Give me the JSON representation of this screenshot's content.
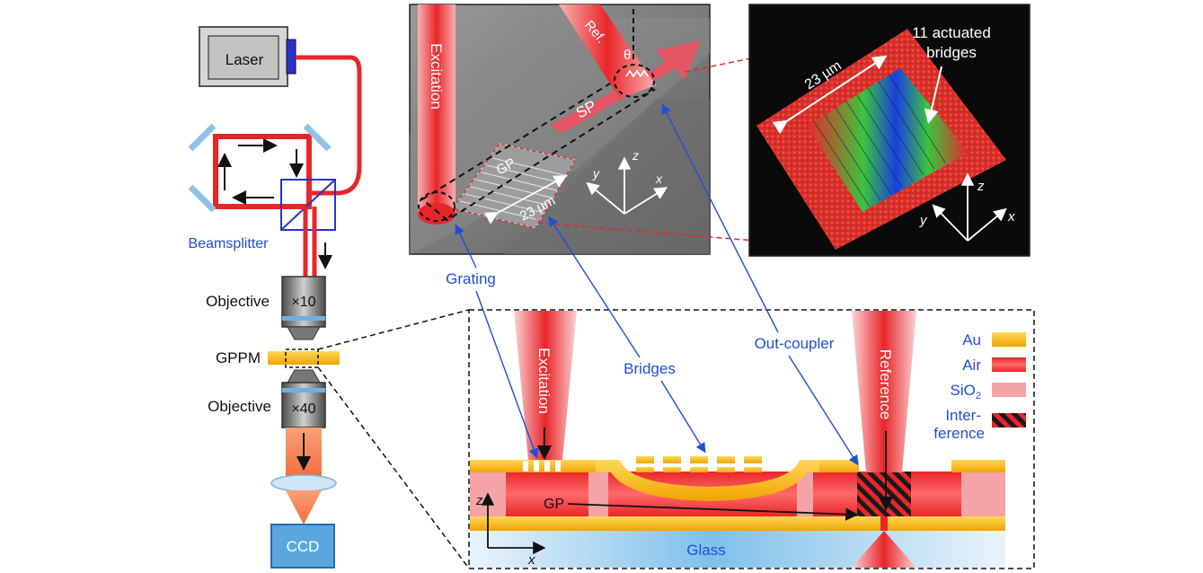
{
  "setup": {
    "laser_label": "Laser",
    "beamsplitter_label": "Beamsplitter",
    "objective_top_label": "Objective",
    "objective_top_mag": "×10",
    "sample_label": "GPPM",
    "objective_bottom_label": "Objective",
    "objective_bottom_mag": "×40",
    "ccd_label": "CCD"
  },
  "sem_panel": {
    "excitation_label": "Excitation",
    "ref_label": "Ref.",
    "theta_label": "θ",
    "sp_label": "SP",
    "gp_label": "GP",
    "dimension_label": "23 µm",
    "axis_x": "x",
    "axis_y": "y",
    "axis_z": "z"
  },
  "profile_panel": {
    "bridges_label_line1": "11 actuated",
    "bridges_label_line2": "bridges",
    "dimension_label": "23 µm",
    "axis_x": "x",
    "axis_y": "y",
    "axis_z": "z"
  },
  "callouts": {
    "grating": "Grating",
    "bridges": "Bridges",
    "outcoupler": "Out-coupler"
  },
  "cross_section": {
    "excitation_label": "Excitation",
    "reference_label": "Reference",
    "gp_label": "GP",
    "glass_label": "Glass",
    "axis_x": "x",
    "axis_z": "z"
  },
  "legend": {
    "au": "Au",
    "air": "Air",
    "sio2_base": "SiO",
    "sio2_sub": "2",
    "interference_line1": "Inter-",
    "interference_line2": "ference"
  },
  "colors": {
    "beam_red": "#e8262a",
    "gold": "#f5b400",
    "sio2_pink": "#f4a3a6",
    "annotation_blue": "#1f4fd6",
    "ccd_blue": "#5aa7e0"
  }
}
